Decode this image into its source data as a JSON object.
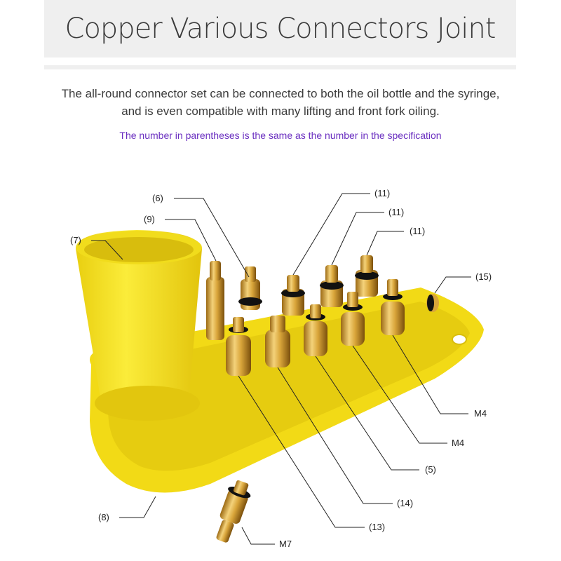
{
  "header": {
    "title": "Copper Various Connectors Joint"
  },
  "description": {
    "line1": "The all-round connector set can be connected to both the oil bottle and the syringe,",
    "line2": "and is even compatible with many lifting and front fork oiling.",
    "note": "The number in parentheses is the same as the number in the specification"
  },
  "callouts": {
    "c6": "(6)",
    "c9": "(9)",
    "c7": "(7)",
    "c11a": "(11)",
    "c11b": "(11)",
    "c11c": "(11)",
    "c15": "(15)",
    "m4a": "M4",
    "m4b": "M4",
    "c5": "(5)",
    "c14": "(14)",
    "c13": "(13)",
    "c8": "(8)",
    "m7": "M7"
  },
  "colors": {
    "holder_yellow": "#f7e21b",
    "brass": "#d9a53a",
    "note_purple": "#6a2fc0"
  }
}
